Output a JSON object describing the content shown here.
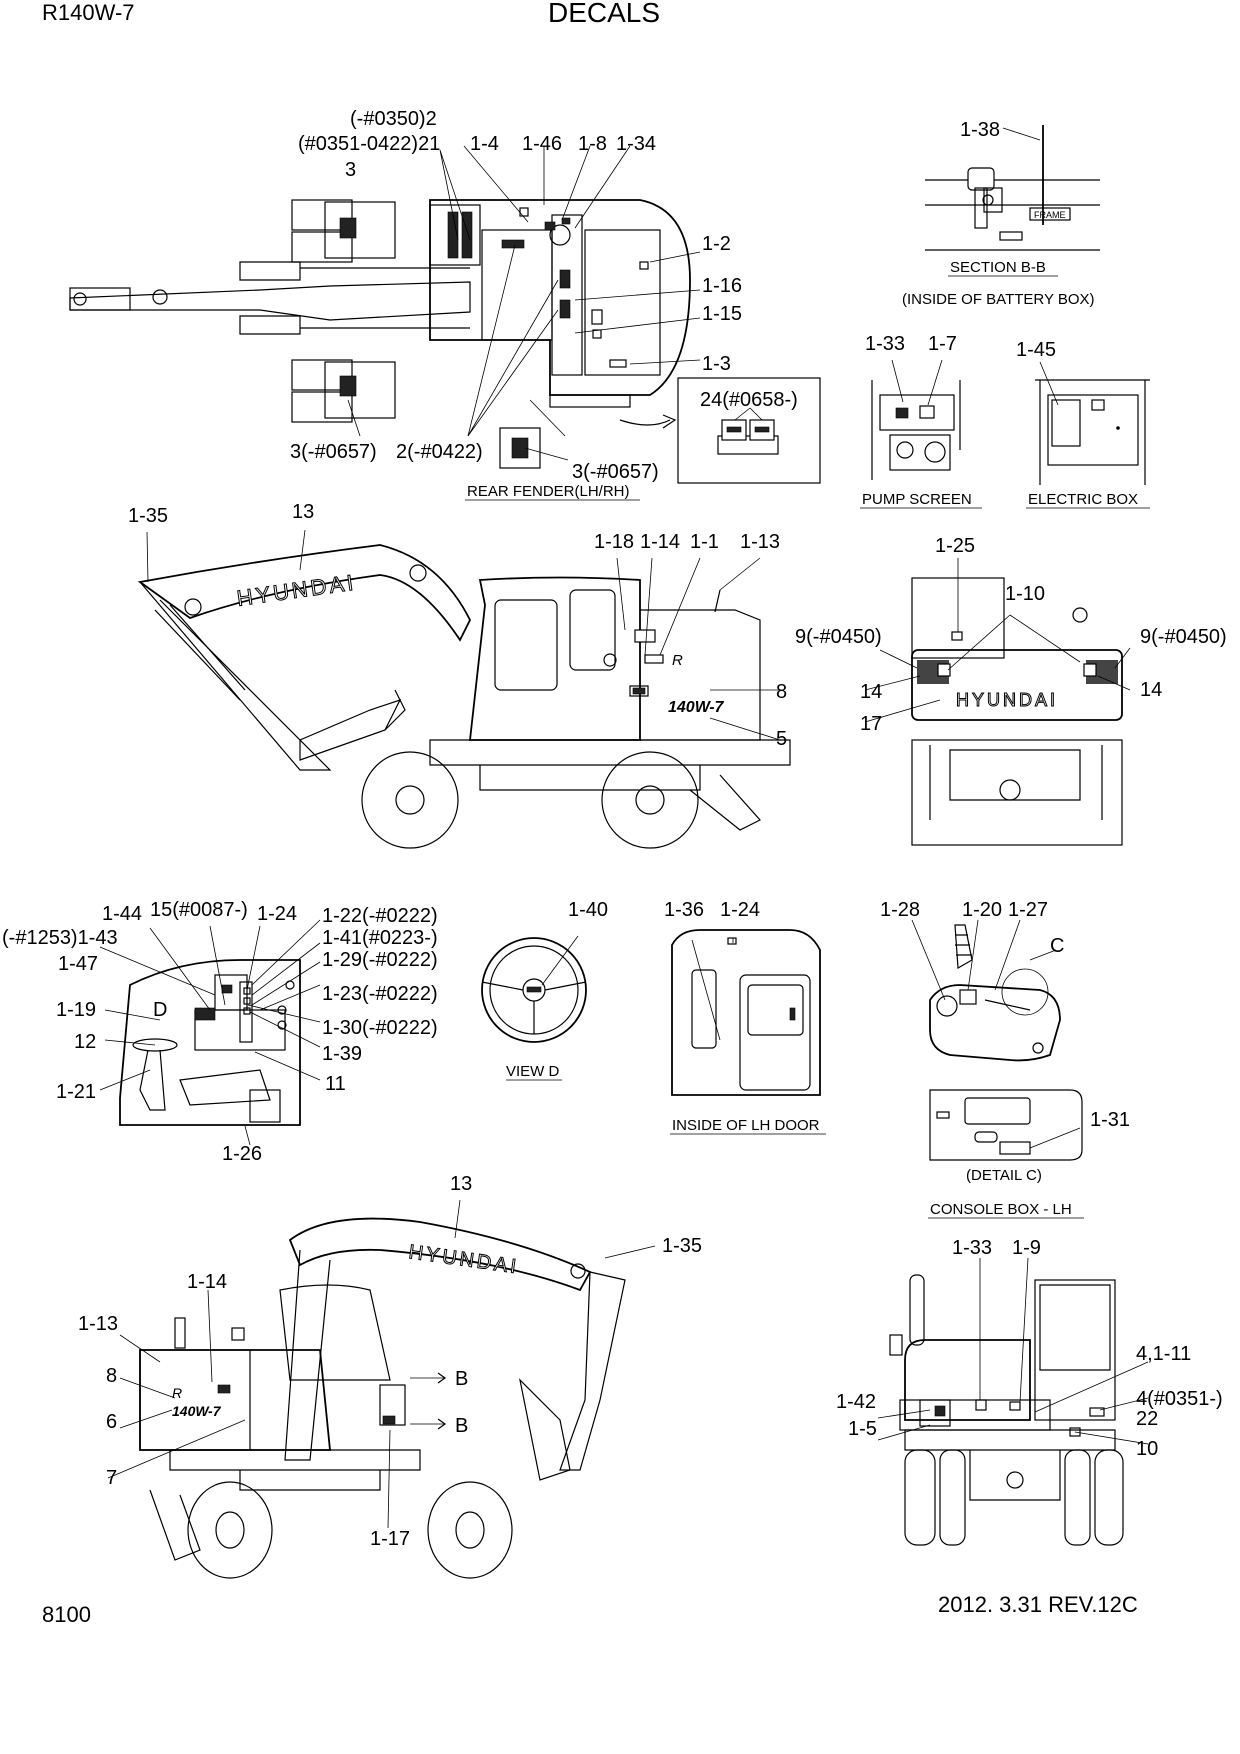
{
  "header": {
    "model": "R140W-7",
    "title": "DECALS"
  },
  "footer": {
    "page_number": "8100",
    "revision": "2012. 3.31  REV.12C"
  },
  "captions": {
    "section_bb": "SECTION B-B",
    "inside_battery": "(INSIDE OF BATTERY BOX)",
    "pump_screen": "PUMP SCREEN",
    "electric_box": "ELECTRIC BOX",
    "rear_fender": "REAR FENDER(LH/RH)",
    "view_d": "VIEW D",
    "inside_lh_door": "INSIDE OF LH DOOR",
    "detail_c": "(DETAIL C)",
    "console_box": "CONSOLE BOX - LH",
    "frame": "FRAME"
  },
  "brand_text": "HYUNDAI",
  "callouts": {
    "top": [
      "(-#0350)2",
      "(#0351-0422)21",
      "3",
      "1-4",
      "1-46",
      "1-8",
      "1-34",
      "1-2",
      "1-16",
      "1-15",
      "1-3",
      "3(-#0657)",
      "2(-#0422)",
      "3(-#0657)",
      "24(#0658-)"
    ],
    "battery": [
      "1-38"
    ],
    "pump": [
      "1-33",
      "1-7"
    ],
    "electric": [
      "1-45"
    ],
    "side": [
      "1-35",
      "13",
      "1-18",
      "1-14",
      "1-1",
      "1-13",
      "8",
      "5"
    ],
    "rear": [
      "1-25",
      "1-10",
      "9(-#0450)",
      "9(-#0450)",
      "14",
      "14",
      "17"
    ],
    "cab": [
      "1-44",
      "15(#0087-)",
      "1-24",
      "1-22(-#0222)",
      "(-#1253)1-43",
      "1-41(#0223-)",
      "1-47",
      "1-29(-#0222)",
      "1-23(-#0222)",
      "1-19",
      "D",
      "1-30(-#0222)",
      "12",
      "1-39",
      "1-21",
      "11",
      "1-26"
    ],
    "wheel": [
      "1-40"
    ],
    "door": [
      "1-36",
      "1-24"
    ],
    "console": [
      "1-28",
      "1-20",
      "1-27",
      "C",
      "1-31"
    ],
    "front": [
      "13",
      "1-35",
      "1-14",
      "1-13",
      "8",
      "6",
      "7",
      "B",
      "B",
      "1-17"
    ],
    "rear2": [
      "1-33",
      "1-9",
      "4,1-11",
      "1-42",
      "4(#0351-)",
      "1-5",
      "22",
      "10"
    ]
  }
}
